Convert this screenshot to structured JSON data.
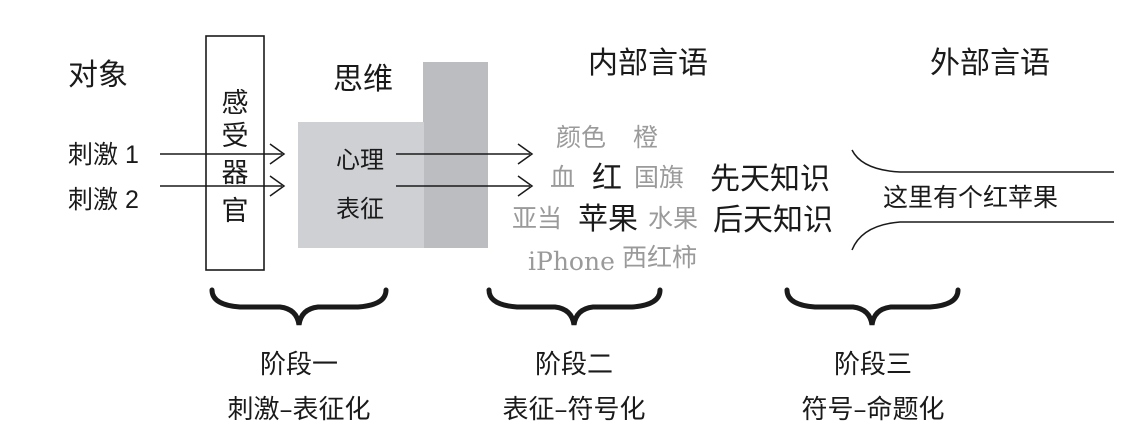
{
  "headers": {
    "object": "对象",
    "thinking": "思维",
    "inner_speech": "内部言语",
    "outer_speech": "外部言语"
  },
  "stimuli": [
    "刺激 1",
    "刺激 2"
  ],
  "sense_organ": [
    "感",
    "受",
    "器",
    "官"
  ],
  "representation": [
    "心理",
    "表征"
  ],
  "associations": {
    "color": "颜色",
    "orange": "橙",
    "blood": "血",
    "red": "红",
    "flag": "国旗",
    "adam": "亚当",
    "apple": "苹果",
    "fruit": "水果",
    "iphone": "iPhone",
    "tomato": "西红柿"
  },
  "knowledge": [
    "先天知识",
    "后天知识"
  ],
  "proposition": "这里有个红苹果",
  "stages": [
    {
      "name": "阶段一",
      "desc": "刺激–表征化"
    },
    {
      "name": "阶段二",
      "desc": "表征–符号化"
    },
    {
      "name": "阶段三",
      "desc": "符号–命题化"
    }
  ],
  "colors": {
    "ink": "#1a1a1a",
    "light_block": "#cfd0d3",
    "dark_block": "#bcbdc0",
    "faded_word": "#9a9a9a"
  }
}
